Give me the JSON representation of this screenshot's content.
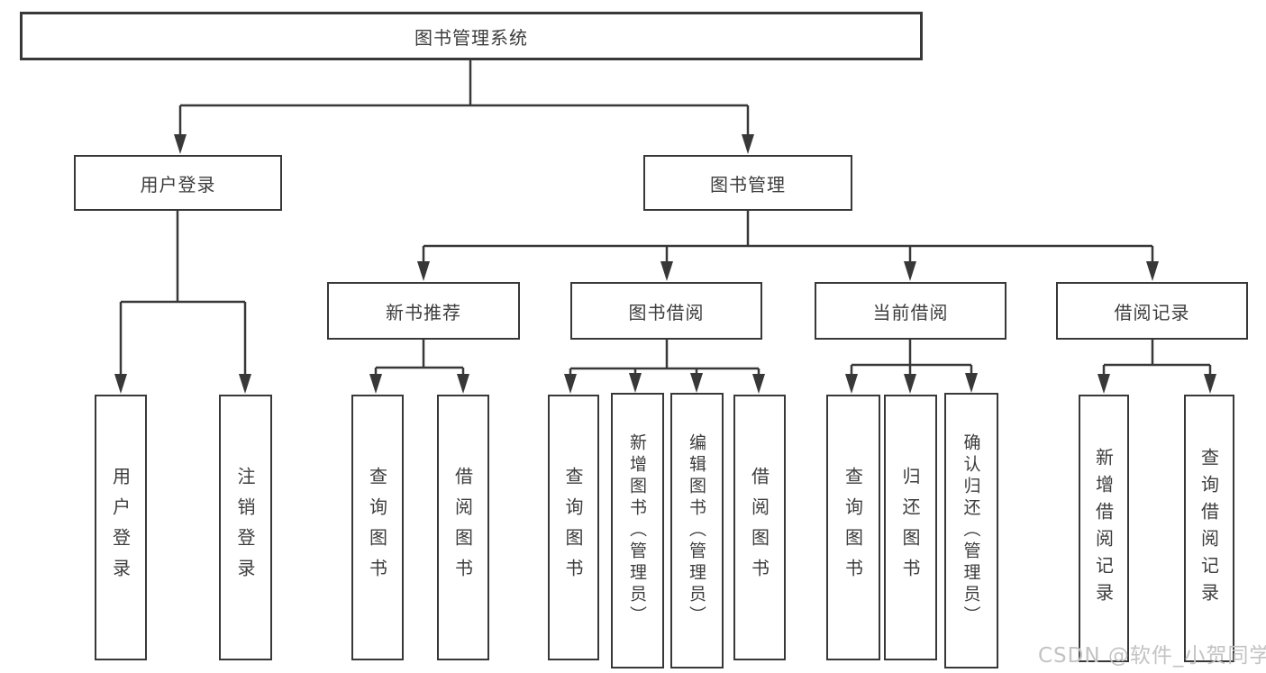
{
  "colors": {
    "line": "#383838",
    "box_border": "#383838",
    "text": "#3d3d3d",
    "background": "#ffffff",
    "watermark_text": "#c3c3c3"
  },
  "watermark": {
    "text": "CSDN @软件_小贺同学"
  },
  "tree": {
    "label": "图书管理系统",
    "children": [
      {
        "label": "用户登录",
        "children": [
          {
            "label": "用户登录"
          },
          {
            "label": "注销登录"
          }
        ]
      },
      {
        "label": "图书管理",
        "children": [
          {
            "label": "新书推荐",
            "children": [
              {
                "label": "查询图书"
              },
              {
                "label": "借阅图书"
              }
            ]
          },
          {
            "label": "图书借阅",
            "children": [
              {
                "label": "查询图书"
              },
              {
                "label": "新增图书（管理员）"
              },
              {
                "label": "编辑图书（管理员）"
              },
              {
                "label": "借阅图书"
              }
            ]
          },
          {
            "label": "当前借阅",
            "children": [
              {
                "label": "查询图书"
              },
              {
                "label": "归还图书"
              },
              {
                "label": "确认归还（管理员）"
              }
            ]
          },
          {
            "label": "借阅记录",
            "children": [
              {
                "label": "新增借阅记录"
              },
              {
                "label": "查询借阅记录"
              }
            ]
          }
        ]
      }
    ]
  }
}
